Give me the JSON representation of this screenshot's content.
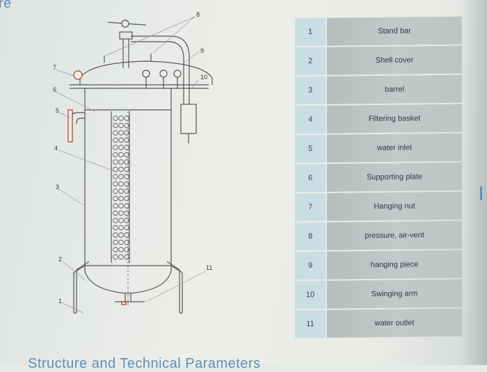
{
  "heading_fragment": "re",
  "bottom_fragment": "Structure and Technical Parameters",
  "parts": [
    {
      "no": "1",
      "name": "Stand bar"
    },
    {
      "no": "2",
      "name": "Shell cover"
    },
    {
      "no": "3",
      "name": "barrel"
    },
    {
      "no": "4",
      "name": "Filtering basket"
    },
    {
      "no": "5",
      "name": "water inlet"
    },
    {
      "no": "6",
      "name": "Supporting plate"
    },
    {
      "no": "7",
      "name": "Hanging nut"
    },
    {
      "no": "8",
      "name": "pressure, air-vent"
    },
    {
      "no": "9",
      "name": "hanging piece"
    },
    {
      "no": "10",
      "name": "Swinging arm"
    },
    {
      "no": "11",
      "name": "water outlet"
    }
  ],
  "drawing_labels": [
    "1",
    "2",
    "3",
    "4",
    "5",
    "6",
    "7",
    "8",
    "9",
    "10",
    "11"
  ],
  "colors": {
    "accent": "#5d8fb6",
    "table_num_bg": "#c9dde5",
    "table_name_bg": "#bfc3c4"
  }
}
